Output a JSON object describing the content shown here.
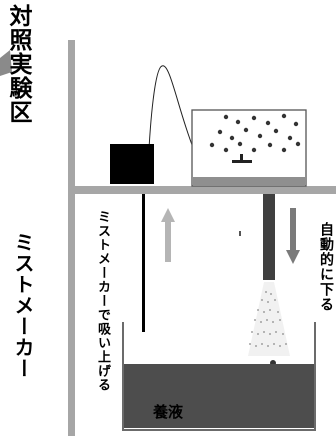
{
  "labels": {
    "control_section": "対照実験区",
    "mist_section": "ミストメーカー",
    "mist_maker_rises": "ミストメーカーで吸い上げる",
    "auto_lower": "自動的に下る",
    "nutrient_solution": "養液"
  },
  "colors": {
    "wall": "#a6a6a6",
    "shelf": "#a6a6a6",
    "mist_box": "#000000",
    "tank_fill": "#4d4d4d",
    "rod": "#3f3f3f",
    "arrow_up": "#b5b5b5",
    "arrow_down": "#7a7a7a",
    "container_edge": "#6b6b6b"
  },
  "icons": {
    "left_marker": "wedge-marker-icon"
  }
}
